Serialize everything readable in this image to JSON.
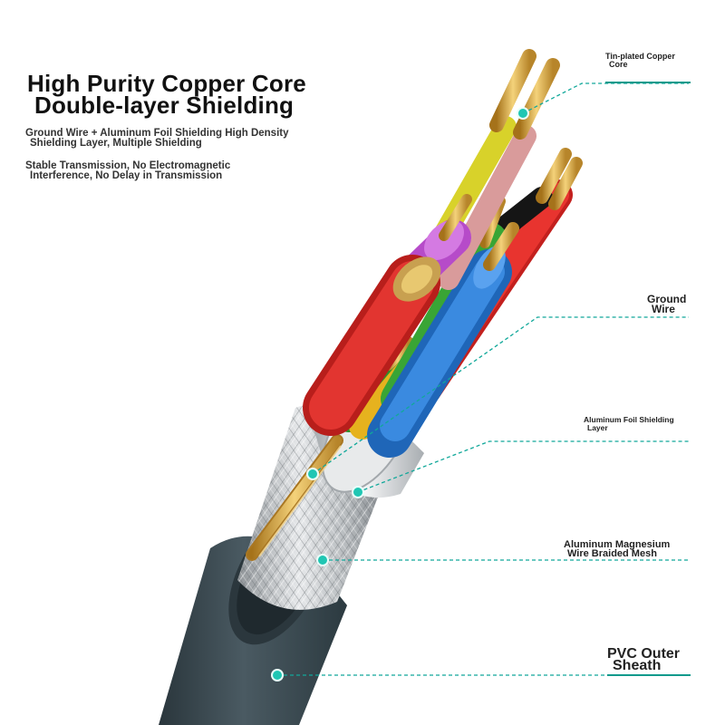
{
  "heading": {
    "line1": "High Purity Copper Core",
    "line2": "Double-layer Shielding"
  },
  "features": [
    {
      "line1": "Ground Wire + Aluminum Foil Shielding High Density",
      "line2": "Shielding Layer, Multiple Shielding"
    },
    {
      "line1": "Stable Transmission, No Electromagnetic",
      "line2": "Interference, No Delay in Transmission"
    }
  ],
  "callouts": [
    {
      "line1": "Tin-plated Copper",
      "line2": "Core"
    },
    {
      "line1": "Ground",
      "line2": "Wire"
    },
    {
      "line1": "Aluminum Foil Shielding",
      "line2": "Layer"
    },
    {
      "line1": "Aluminum Magnesium",
      "line2": "Wire Braided Mesh"
    },
    {
      "line1": "PVC Outer",
      "line2": "Sheath"
    }
  ],
  "colors": {
    "accent": "#11a89a",
    "sheath": "#3a4a52",
    "red": "#e02a26",
    "blue": "#2f7ed6",
    "green": "#3da33a",
    "yellow": "#e9e43a",
    "pink": "#e2a3a3",
    "purple": "#c65ad8",
    "copper": "#d8a640"
  }
}
